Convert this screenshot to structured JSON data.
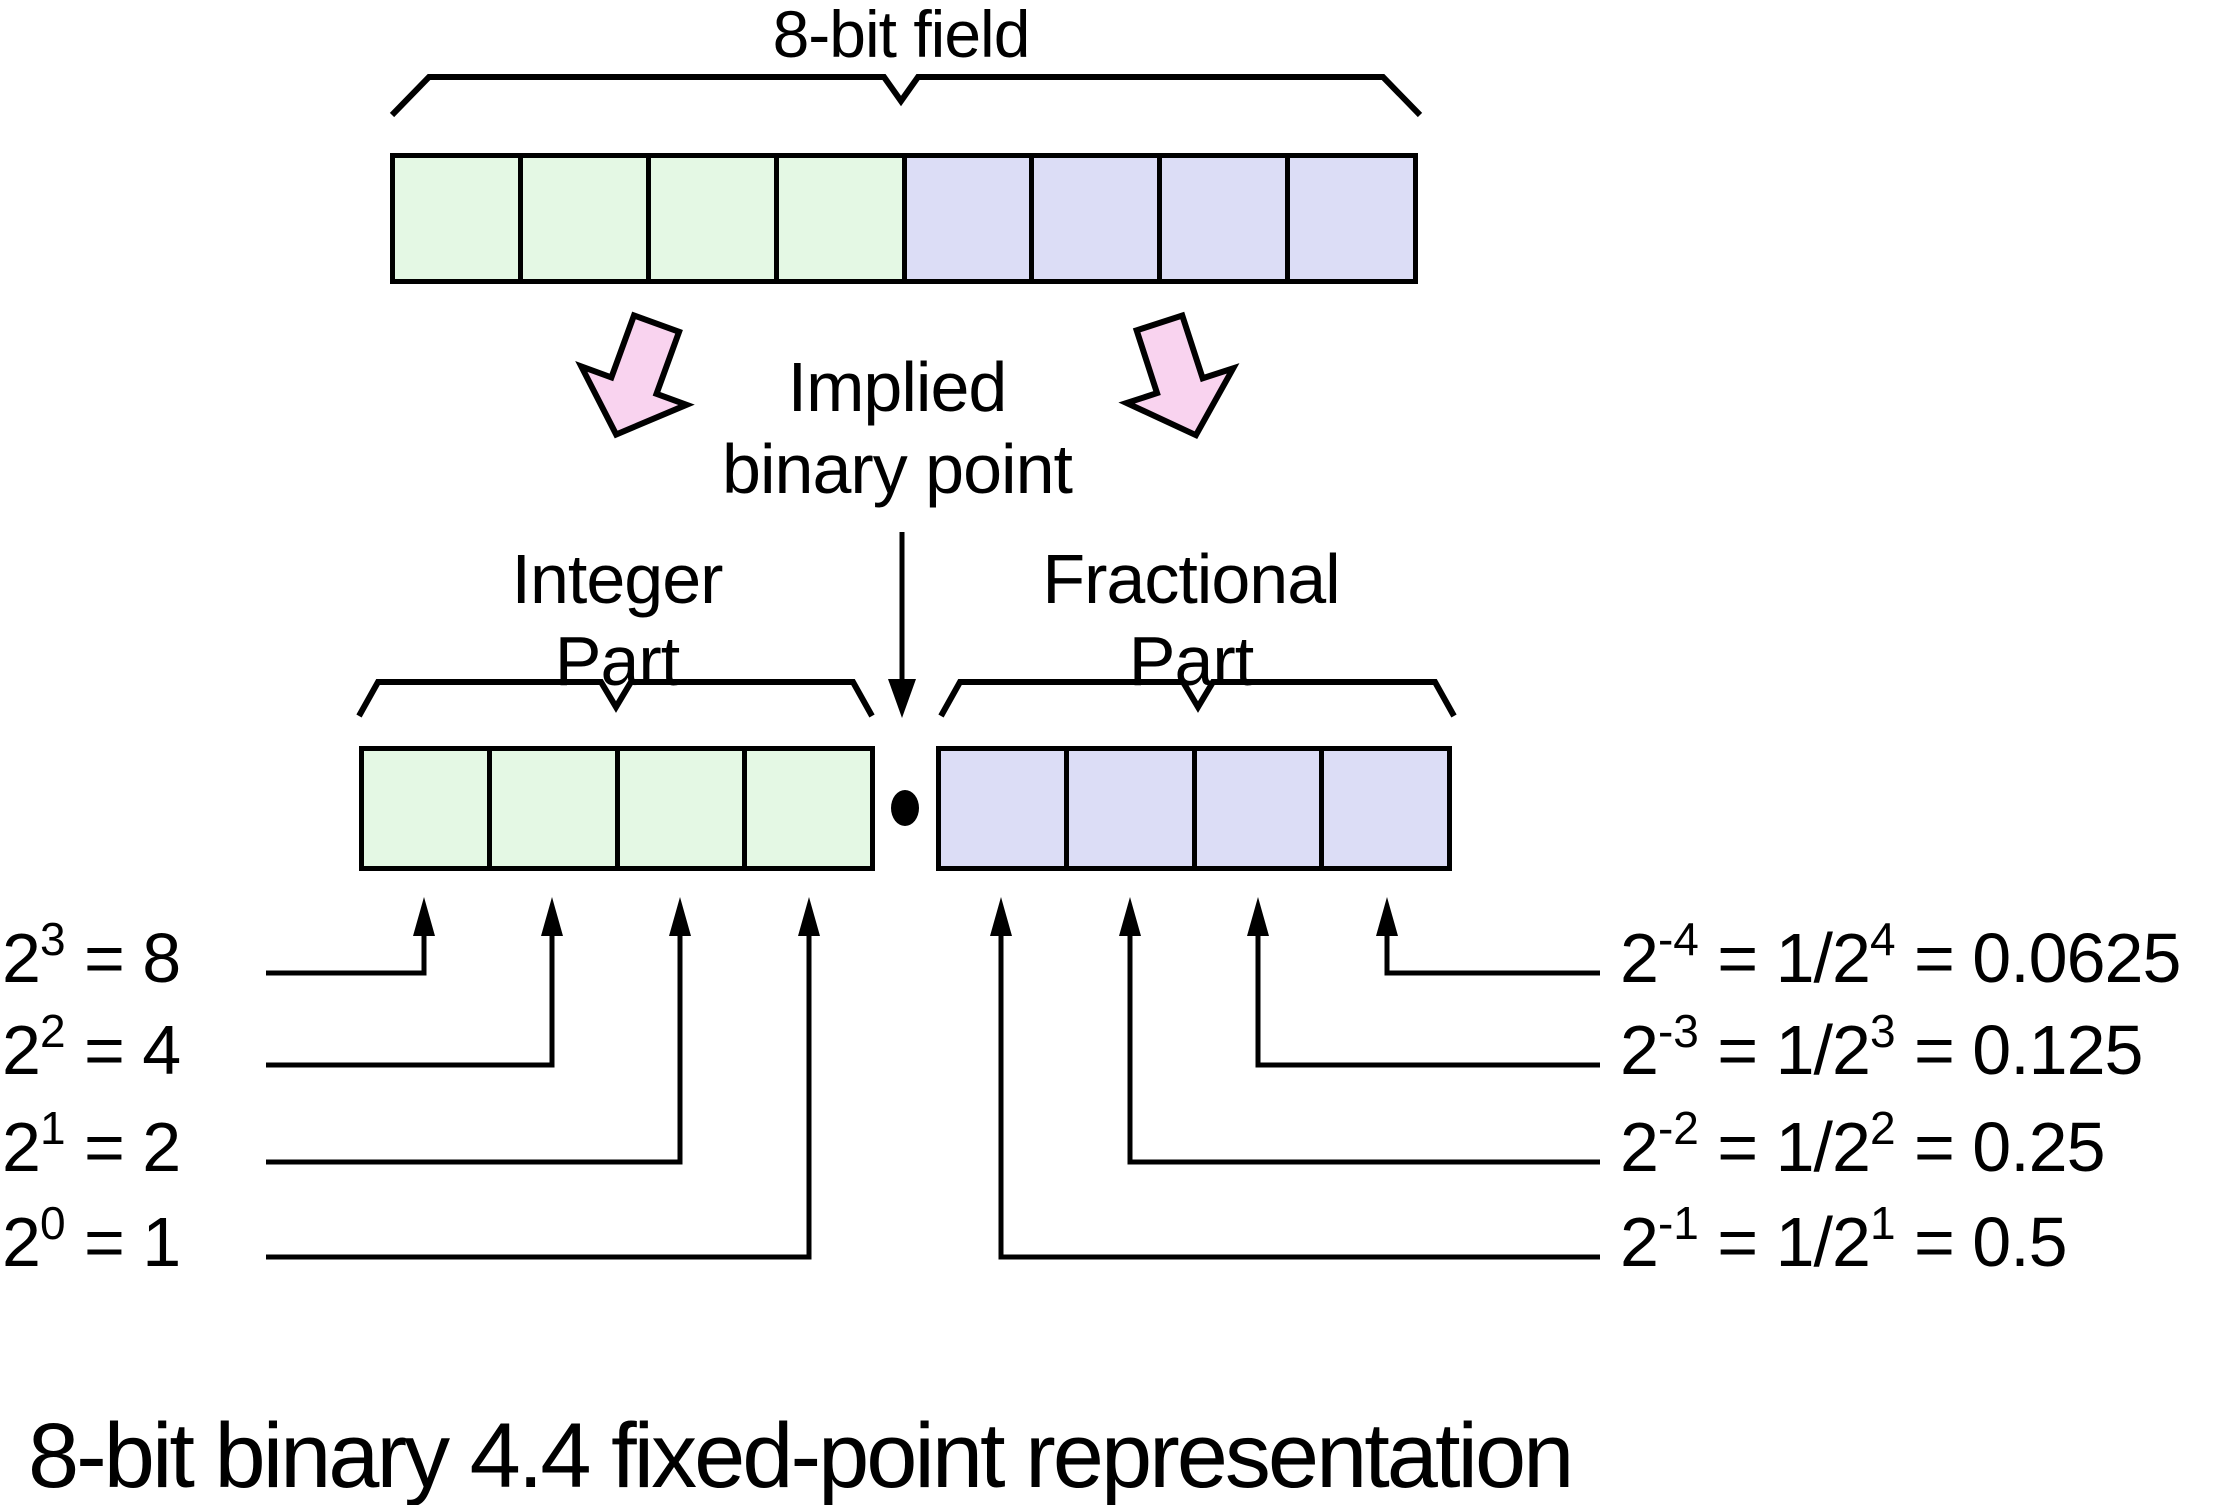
{
  "diagram": {
    "title": "8-bit field",
    "caption": "8-bit binary 4.4 fixed-point representation",
    "implied_binary_point": {
      "line1": "Implied",
      "line2": "binary point"
    },
    "integer_part_label": {
      "line1": "Integer",
      "line2": "Part"
    },
    "fractional_part_label": {
      "line1": "Fractional",
      "line2": "Part"
    },
    "field": {
      "total_bits": 8,
      "integer_bits": 4,
      "fractional_bits": 4
    },
    "integer_weights": [
      {
        "base": "2",
        "exponent": "3",
        "equals_value": " = 8"
      },
      {
        "base": "2",
        "exponent": "2",
        "equals_value": " = 4"
      },
      {
        "base": "2",
        "exponent": "1",
        "equals_value": " = 2"
      },
      {
        "base": "2",
        "exponent": "0",
        "equals_value": " = 1"
      }
    ],
    "fractional_weights": [
      {
        "base": "2",
        "exponent": "-4",
        "fraction": " = 1/2",
        "fraction_exponent": "4",
        "equals_value": " = 0.0625"
      },
      {
        "base": "2",
        "exponent": "-3",
        "fraction": " = 1/2",
        "fraction_exponent": "3",
        "equals_value": " = 0.125"
      },
      {
        "base": "2",
        "exponent": "-2",
        "fraction": " = 1/2",
        "fraction_exponent": "2",
        "equals_value": " = 0.25"
      },
      {
        "base": "2",
        "exponent": "-1",
        "fraction": " = 1/2",
        "fraction_exponent": "1",
        "equals_value": " = 0.5"
      }
    ],
    "colors": {
      "integer_fill": "#e4f8e4",
      "fractional_fill": "#dcddf6",
      "arrow_fill": "#f9d3ef",
      "stroke": "#000000",
      "background": "#ffffff"
    }
  }
}
